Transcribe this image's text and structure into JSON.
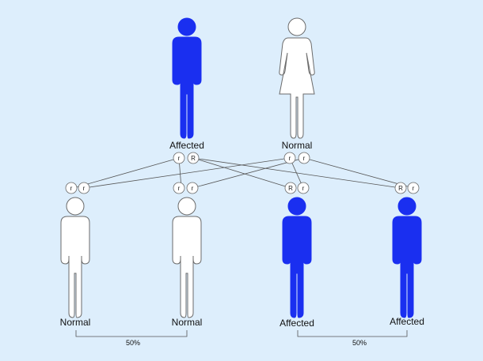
{
  "colors": {
    "background": "#ddeefc",
    "affected": "#1a2ff0",
    "normal": "#ffffff",
    "outline": "#6b6b6b",
    "line": "#555555"
  },
  "parents": [
    {
      "label": "Affected",
      "sex": "male",
      "status": "affected",
      "alleles": [
        "r",
        "R"
      ]
    },
    {
      "label": "Normal",
      "sex": "female",
      "status": "normal",
      "alleles": [
        "r",
        "r"
      ]
    }
  ],
  "children": [
    {
      "label": "Normal",
      "status": "normal",
      "alleles": [
        "r",
        "r"
      ]
    },
    {
      "label": "Normal",
      "status": "normal",
      "alleles": [
        "r",
        "r"
      ]
    },
    {
      "label": "Affected",
      "status": "affected",
      "alleles": [
        "R",
        "r"
      ]
    },
    {
      "label": "Affected",
      "status": "affected",
      "alleles": [
        "R",
        "r"
      ]
    }
  ],
  "groups": [
    {
      "label": "50%"
    },
    {
      "label": "50%"
    }
  ]
}
